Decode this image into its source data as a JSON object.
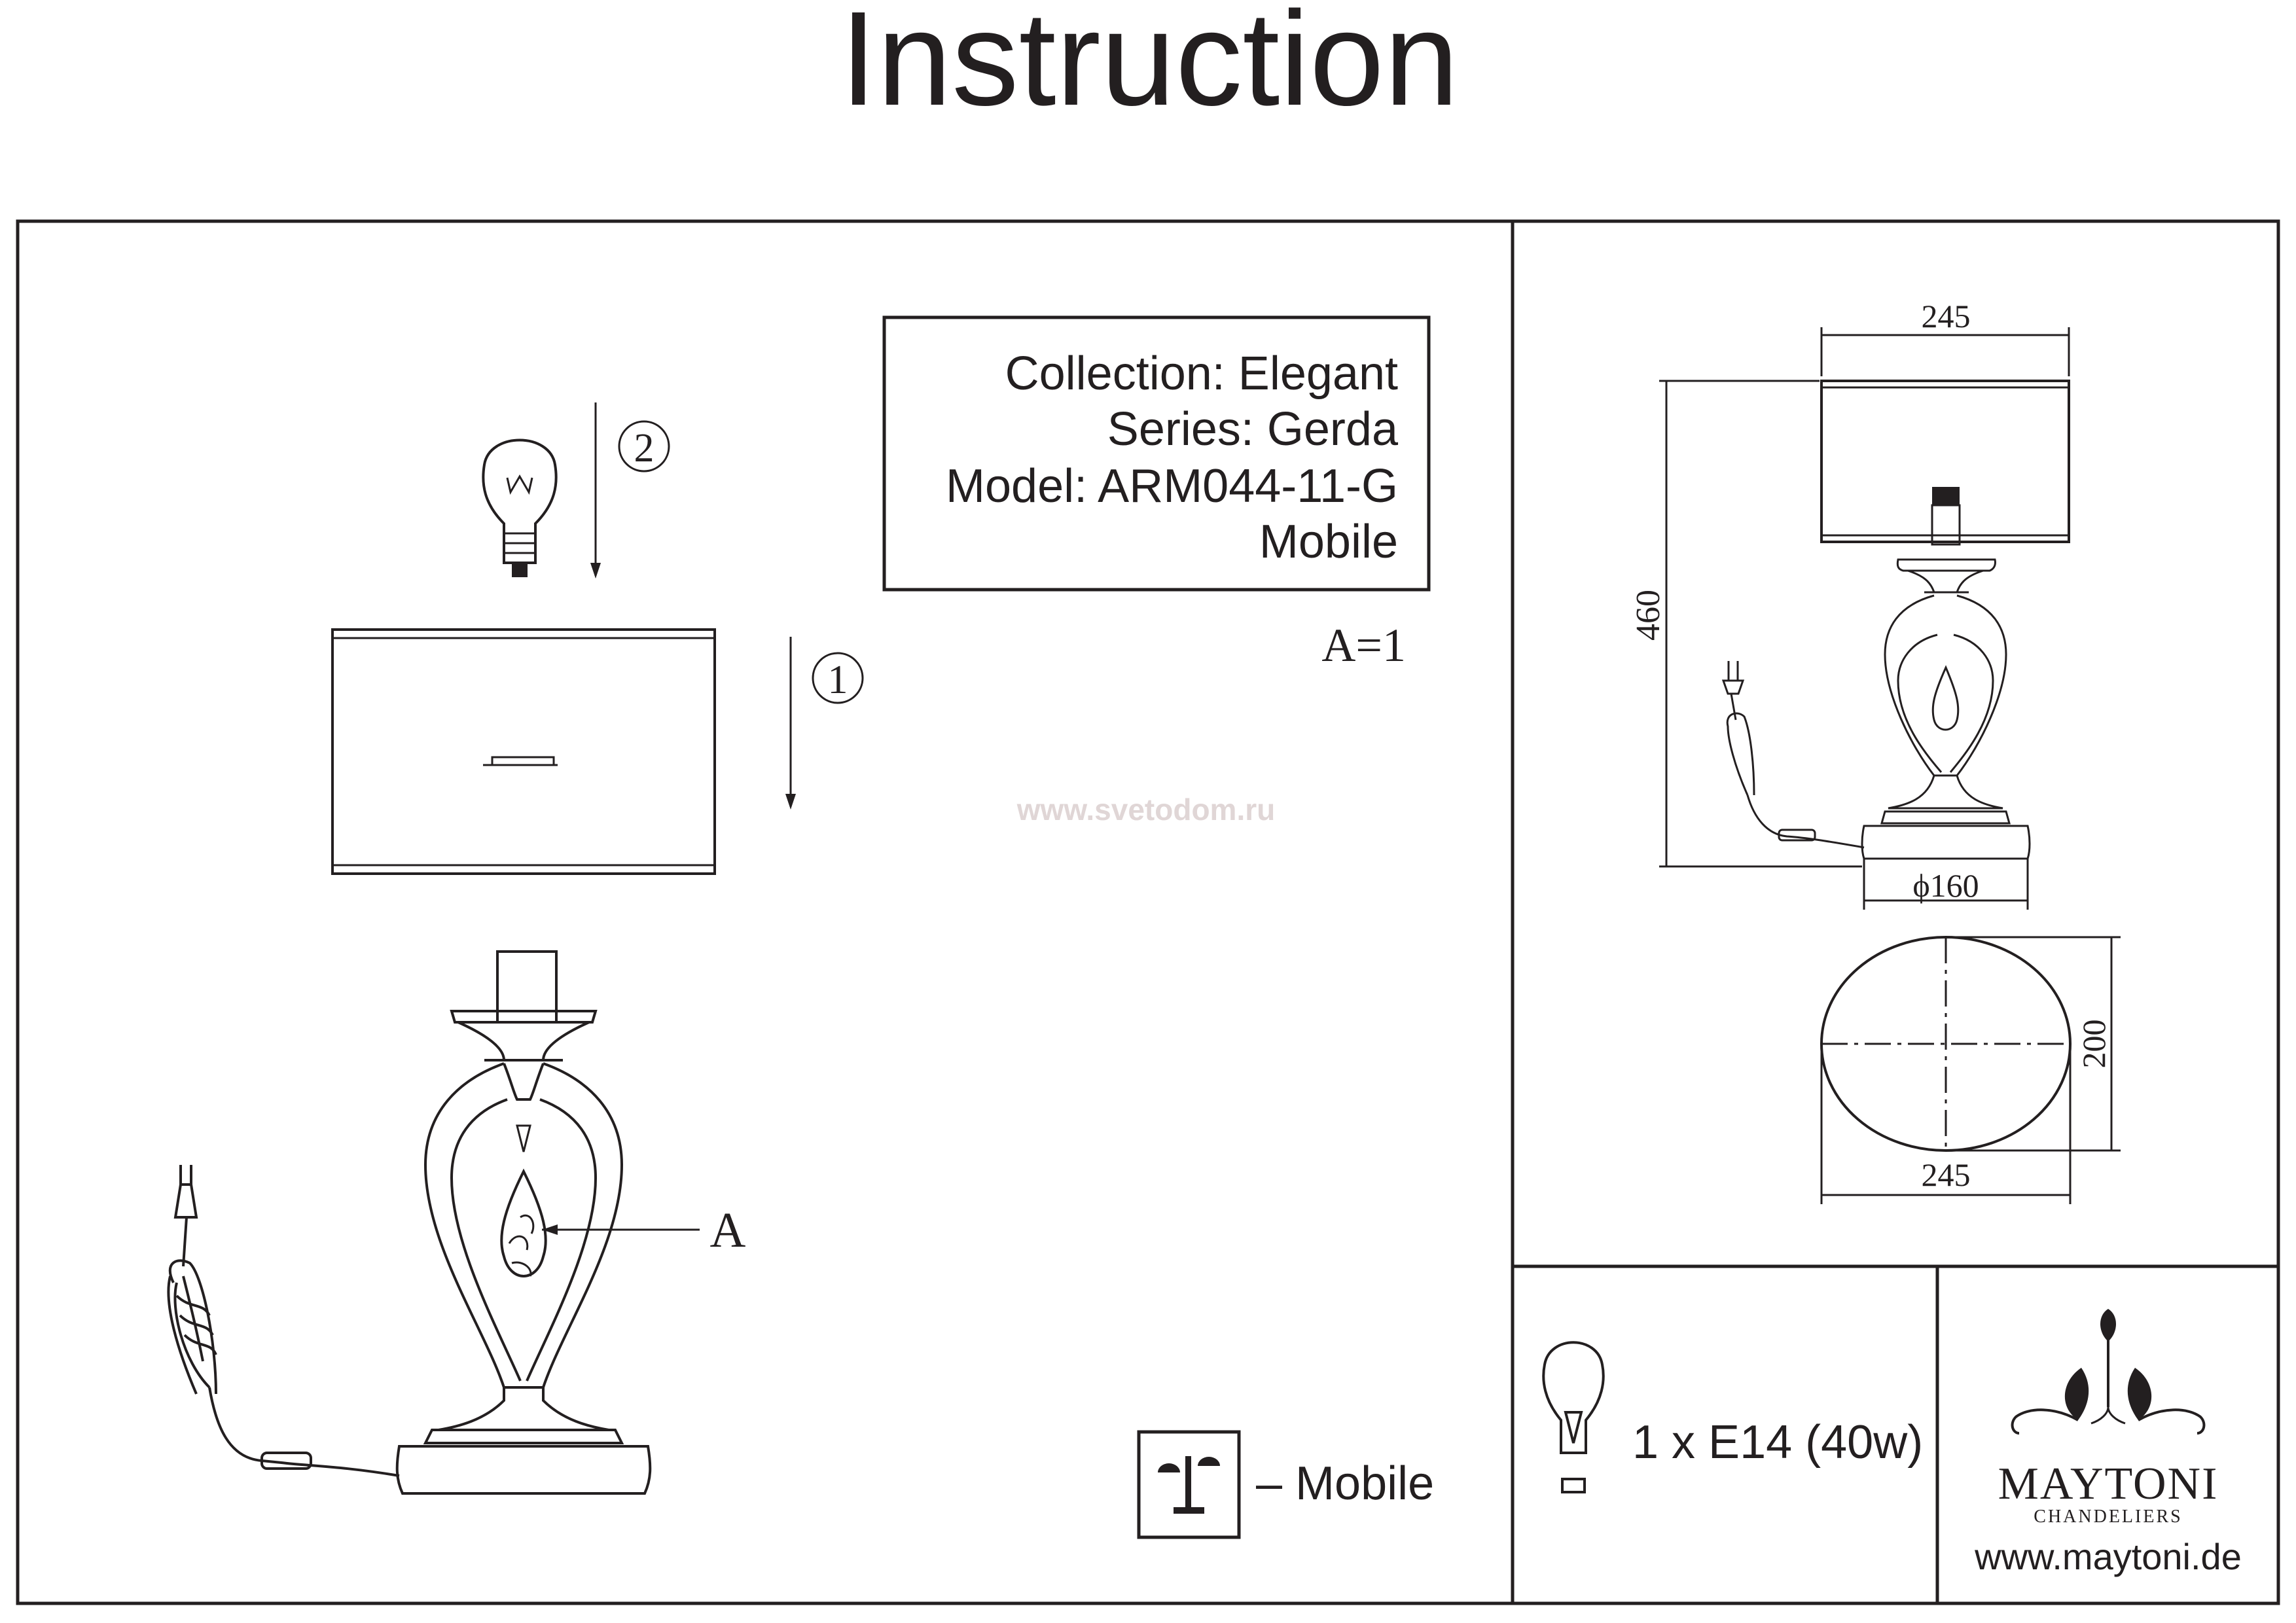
{
  "title": "Instruction",
  "info": {
    "collection": "Collection: Elegant",
    "series": "Series: Gerda",
    "model": "Model: ARM044-11-G",
    "type": "Mobile"
  },
  "assembly": {
    "step1": "1",
    "step2": "2",
    "part_label": "A",
    "part_count": "A=1"
  },
  "watermark": "www.svetodom.ru",
  "dimensions": {
    "shade_width": "245",
    "height": "460",
    "base_diameter": "ϕ160",
    "top_depth": "200",
    "top_width": "245"
  },
  "legend": {
    "mobile_label": "– Mobile",
    "bulb_spec": "1 x E14 (40w)"
  },
  "brand": {
    "name": "MAYTONI",
    "tagline": "CHANDELIERS",
    "website": "www.maytoni.de"
  },
  "colors": {
    "ink": "#231f20",
    "watermark": "#e0d6d6"
  }
}
